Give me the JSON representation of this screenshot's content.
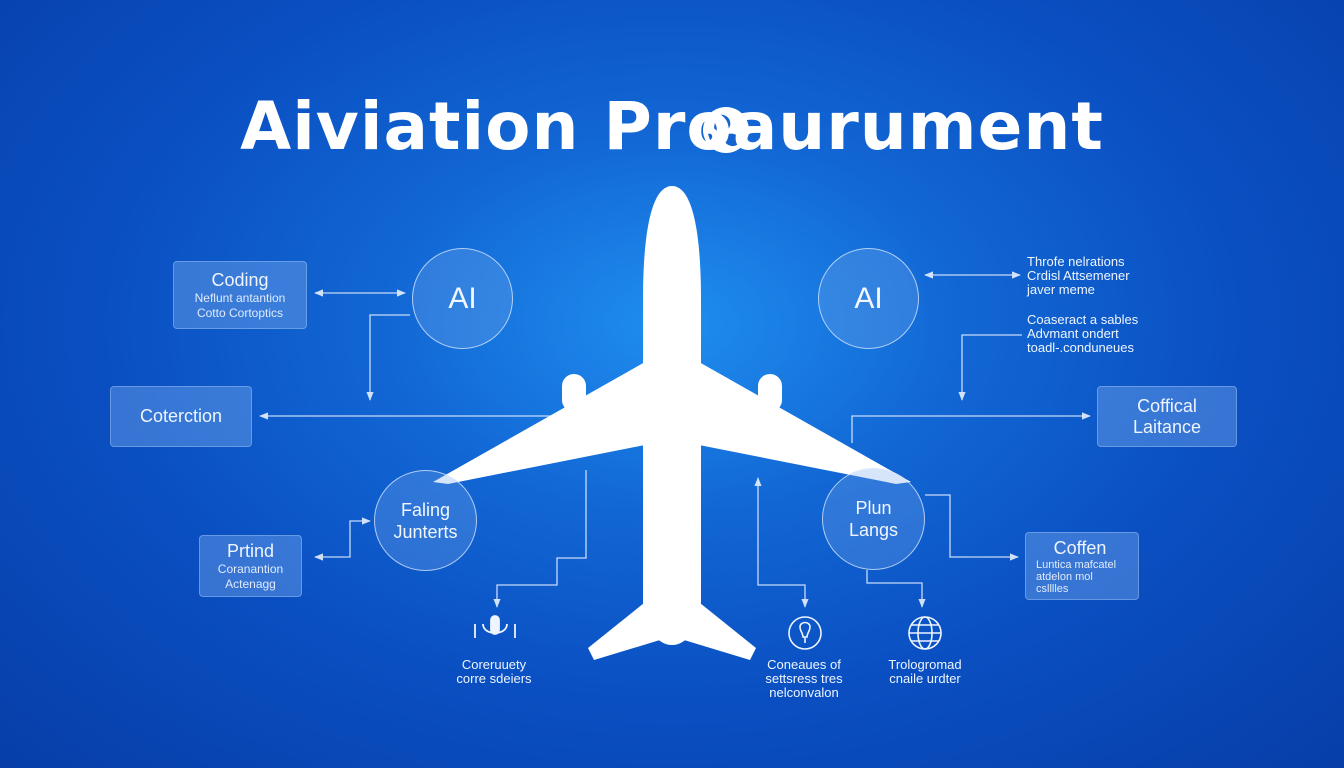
{
  "title": "Aiviation Proaurument",
  "nodes": {
    "coding_box": {
      "heading": "Coding",
      "lines": [
        "Neflunt antantion",
        "Cotto Cortoptics"
      ]
    },
    "coterction_box": {
      "heading": "Coterction"
    },
    "prtind_box": {
      "heading": "Prtind",
      "lines": [
        "Coranantion",
        "Actenagg"
      ]
    },
    "ai_left": {
      "label": "AI"
    },
    "ai_right": {
      "label": "AI"
    },
    "faling_circle": {
      "lines": [
        "Faling",
        "Junterts"
      ]
    },
    "plun_circle": {
      "lines": [
        "Plun",
        "Langs"
      ]
    },
    "coffical_box": {
      "lines": [
        "Coffical",
        "Laitance"
      ]
    },
    "coffen_box": {
      "heading": "Coffen",
      "lines": [
        "Luntica mafcatel",
        "atdelon mol",
        "cslllles"
      ]
    }
  },
  "notes": {
    "top_right_1": [
      "Throfe nelrations",
      "Crdisl Attsemener",
      "javer meme"
    ],
    "top_right_2": [
      "Coaseract a sables",
      "Advmant ondert",
      "toadl-.conduneues"
    ]
  },
  "captions": {
    "left": [
      "Coreruuety",
      "corre sdeiers"
    ],
    "middle": [
      "Coneaues of",
      "settsress tres",
      "nelconvalon"
    ],
    "right": [
      "Trologromad",
      "cnaile urdter"
    ]
  },
  "icons": {
    "globe_in_title": "globe-icon",
    "left_caption": "microphone-icon",
    "middle_caption": "lightbulb-icon",
    "right_caption": "globe-icon",
    "center": "airplane-icon"
  },
  "colors": {
    "background_center": "#1f8ef0",
    "background_edge": "#073ea8",
    "box_fill": "#78aaeb",
    "text": "#ffffff"
  }
}
